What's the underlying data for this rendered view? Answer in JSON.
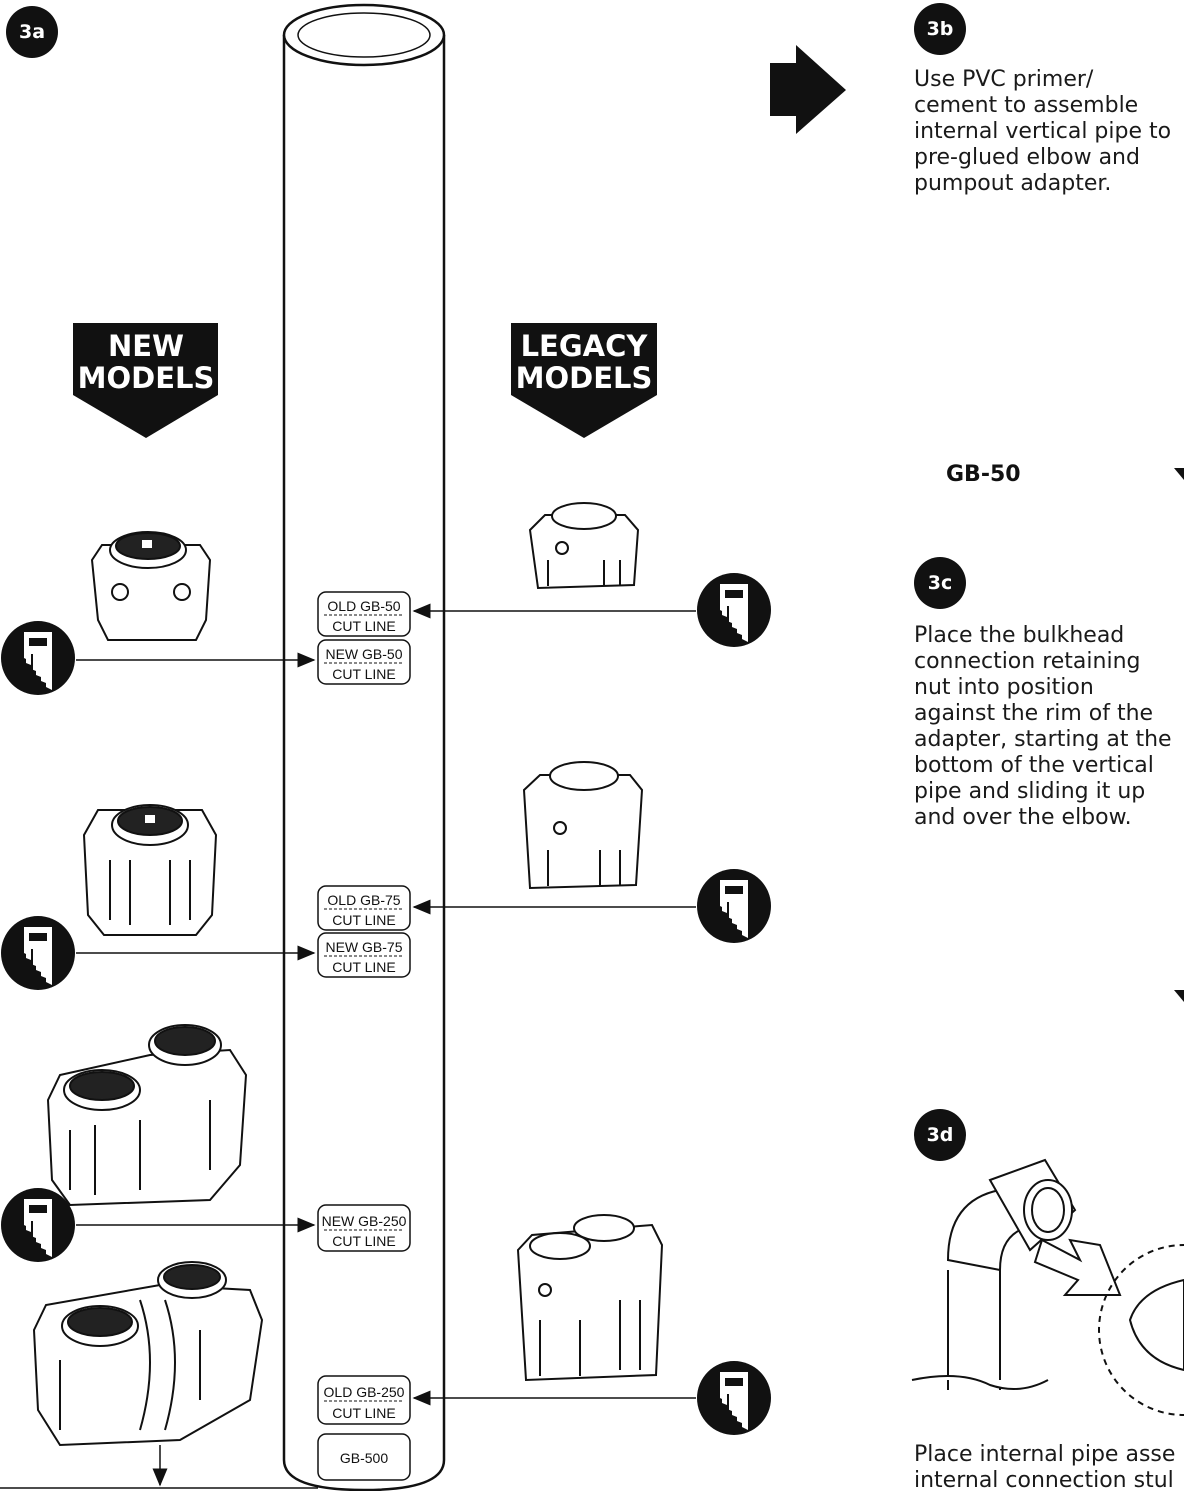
{
  "steps": {
    "s3a": {
      "badge": "3a"
    },
    "s3b": {
      "badge": "3b",
      "text": "Use PVC primer/\ncement to assemble\ninternal vertical pipe to\npre-glued elbow and\npumpout adapter."
    },
    "s3c": {
      "badge": "3c",
      "text": "Place the bulkhead\nconnection retaining\nnut into position\nagainst the rim of the\nadapter, starting at the\nbottom of the vertical\npipe and sliding it up\nand over the elbow."
    },
    "s3d": {
      "badge": "3d",
      "text": "Place internal pipe asse\ninternal connection stul"
    }
  },
  "banners": {
    "new_line1": "NEW",
    "new_line2": "MODELS",
    "legacy_line1": "LEGACY",
    "legacy_line2": "MODELS"
  },
  "cut_labels": {
    "old_gb50_l1": "OLD GB-50",
    "old_gb50_l2": "CUT LINE",
    "new_gb50_l1": "NEW GB-50",
    "new_gb50_l2": "CUT LINE",
    "old_gb75_l1": "OLD GB-75",
    "old_gb75_l2": "CUT LINE",
    "new_gb75_l1": "NEW GB-75",
    "new_gb75_l2": "CUT LINE",
    "new_gb250_l1": "NEW GB-250",
    "new_gb250_l2": "CUT LINE",
    "old_gb250_l1": "OLD GB-250",
    "old_gb250_l2": "CUT LINE",
    "gb500": "GB-500"
  },
  "model_label": "GB-50",
  "icons": [
    "saw-icon",
    "arrow-right-icon",
    "interceptor-tank-illustration",
    "pipe-elbow-illustration"
  ]
}
